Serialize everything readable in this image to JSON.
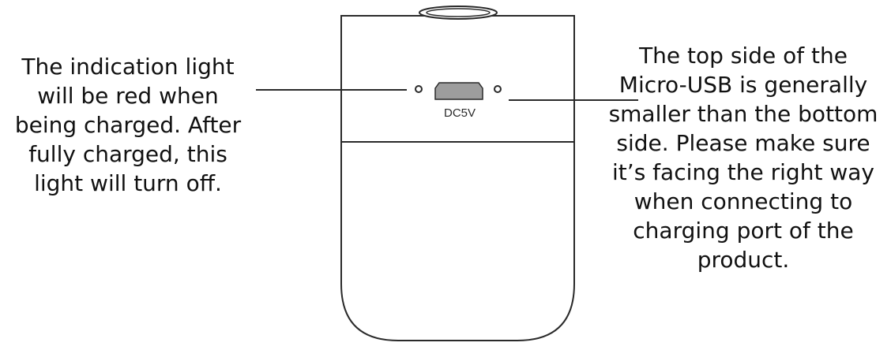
{
  "device": {
    "port_label": "DC5V"
  },
  "callouts": {
    "indicator_light": {
      "lines": [
        "The indication light",
        "will be red when",
        "being charged. After",
        "fully charged, this",
        "light will turn off."
      ]
    },
    "micro_usb": {
      "lines": [
        "The top side of the",
        "Micro-USB is generally",
        "smaller than the bottom",
        "side.  Please make sure",
        "it’s facing the right way",
        "when connecting to",
        "charging port of the",
        "product."
      ]
    }
  },
  "colors": {
    "outline": "#2a2a2a",
    "port_fill": "#9d9d9d",
    "text": "#111111"
  }
}
